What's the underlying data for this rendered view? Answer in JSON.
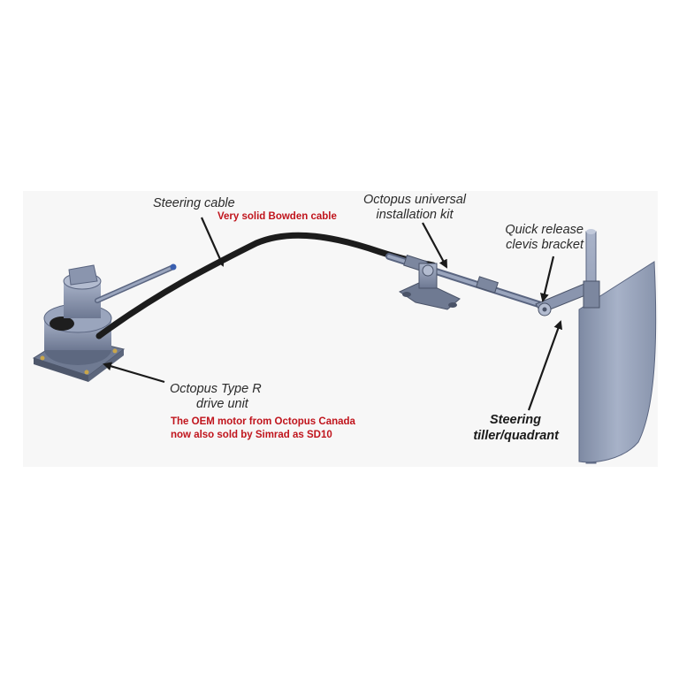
{
  "labels": {
    "steering_cable": "Steering cable",
    "steering_cable_note": "Very solid Bowden cable",
    "install_kit_line1": "Octopus universal",
    "install_kit_line2": "installation kit",
    "clevis_line1": "Quick release",
    "clevis_line2": "clevis bracket",
    "drive_line1": "Octopus Type R",
    "drive_line2": "drive unit",
    "drive_note_line1": "The OEM motor from Octopus Canada",
    "drive_note_line2": "now also sold by Simrad as SD10",
    "tiller_line1": "Steering",
    "tiller_line2": "tiller/quadrant"
  },
  "colors": {
    "note_red": "#c0141c",
    "cable": "#1c1c1c",
    "metal": "#8f9bb5",
    "metal_dark": "#5a6580",
    "rudder": "#9aa7bf",
    "arrow": "#1a1a1a"
  }
}
